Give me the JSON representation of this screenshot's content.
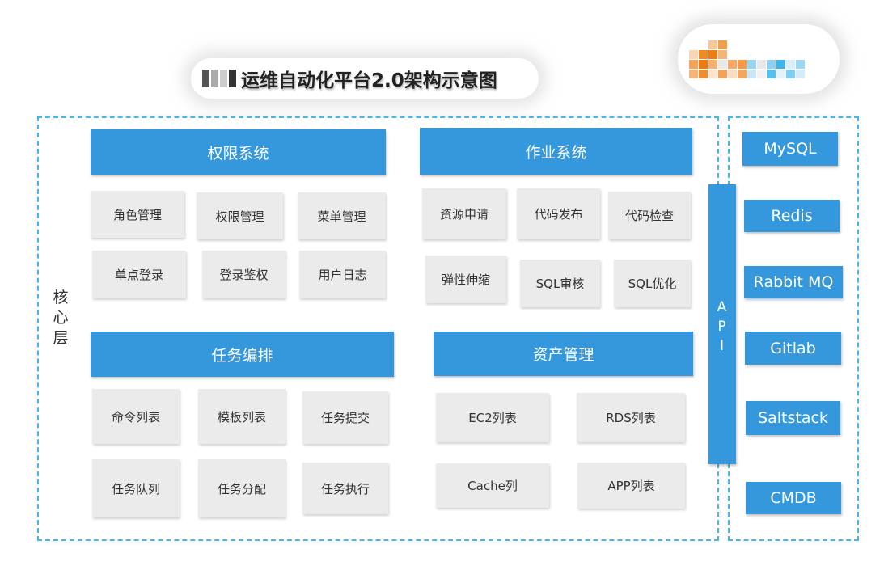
{
  "title": {
    "text": "运维自动化平台2.0架构示意图"
  },
  "colors": {
    "accent": "#3598dc",
    "box": "#ebebeb",
    "frame_border": "#4ab6e8"
  },
  "core_layer": {
    "label_chars": [
      "核",
      "心",
      "层"
    ]
  },
  "modules": {
    "permission": {
      "title": "权限系统",
      "items": [
        "角色管理",
        "权限管理",
        "菜单管理",
        "单点登录",
        "登录鉴权",
        "用户日志"
      ]
    },
    "job": {
      "title": "作业系统",
      "items": [
        "资源申请",
        "代码发布",
        "代码检查",
        "弹性伸缩",
        "SQL审核",
        "SQL优化"
      ]
    },
    "task": {
      "title": "任务编排",
      "items": [
        "命令列表",
        "模板列表",
        "任务提交",
        "任务队列",
        "任务分配",
        "任务执行"
      ]
    },
    "asset": {
      "title": "资产管理",
      "items": [
        "EC2列表",
        "RDS列表",
        "Cache列",
        "APP列表"
      ]
    }
  },
  "api": {
    "letters": [
      "A",
      "P",
      "I"
    ]
  },
  "services": [
    "MySQL",
    "Redis",
    "Rabbit MQ",
    "Gitlab",
    "Saltstack",
    "CMDB"
  ]
}
